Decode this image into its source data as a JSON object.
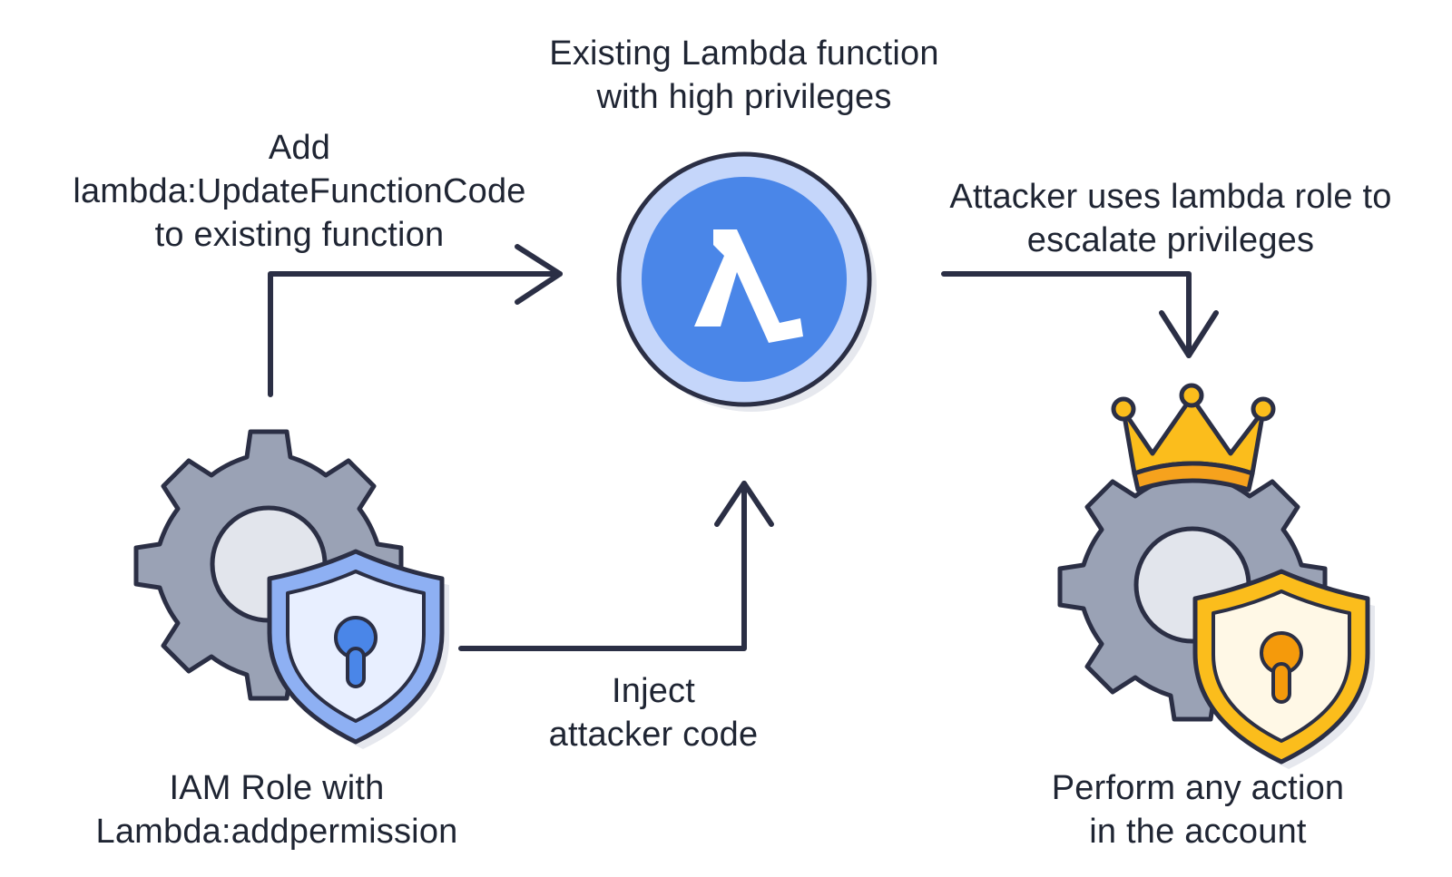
{
  "diagram": {
    "lambda_node": {
      "caption_lines": [
        "Existing Lambda function",
        "with high privileges"
      ],
      "icon": "lambda-icon",
      "symbol": "λ"
    },
    "iam_role_node": {
      "caption_lines": [
        "IAM Role with",
        "Lambda:addpermission"
      ],
      "icon": "gear-shield-lock-icon"
    },
    "admin_node": {
      "caption_lines": [
        "Perform any action",
        "in the account"
      ],
      "icon": "gear-shield-lock-crown-icon"
    },
    "edges": {
      "add_permission": {
        "label_lines": [
          "Add",
          "lambda:UpdateFunctionCode",
          "to existing function"
        ]
      },
      "inject_code": {
        "label_lines": [
          "Inject",
          "attacker code"
        ]
      },
      "escalate": {
        "label_lines": [
          "Attacker uses lambda role to",
          "escalate privileges"
        ]
      }
    }
  },
  "colors": {
    "outline": "#2b2f45",
    "blue": "#4a86e8",
    "blue_light": "#c5d6fa",
    "gear_gray": "#9aa2b5",
    "gear_hole": "#e2e5ec",
    "shield_blue_fill": "#e8efff",
    "gold": "#fbbd1c",
    "gold_dark": "#f6a21d",
    "keyhole_orange": "#f59a0b"
  }
}
